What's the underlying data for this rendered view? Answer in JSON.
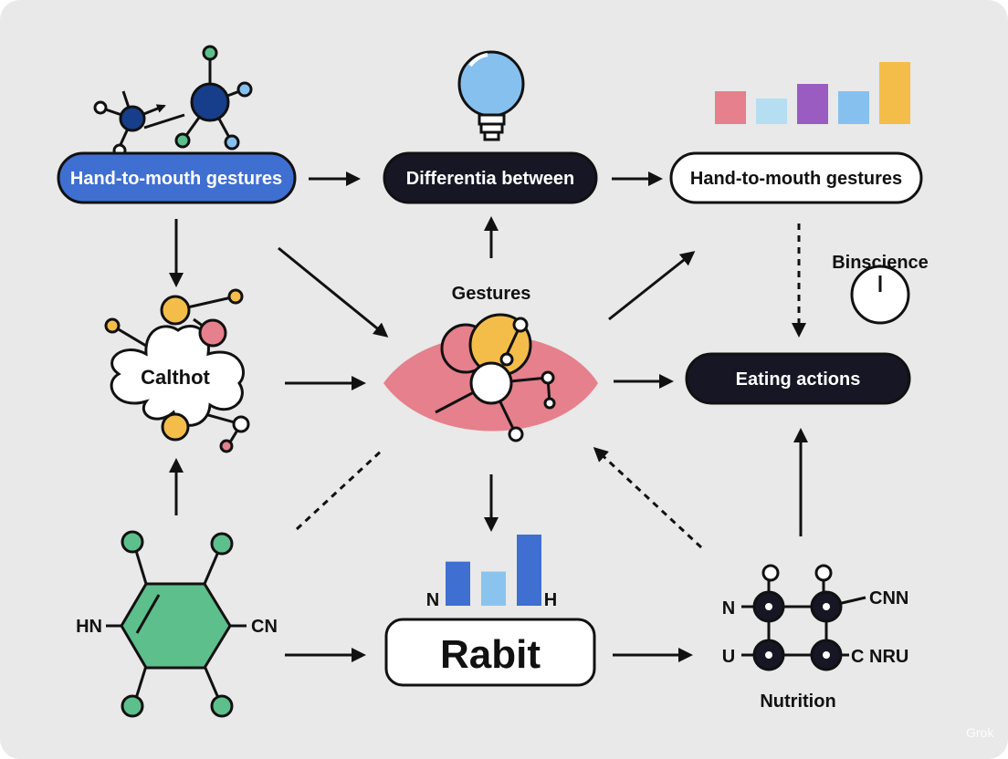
{
  "nodes": {
    "top_left_pill": "Hand-to-mouth gestures",
    "top_center_pill": "Differentia between",
    "top_right_pill": "Hand-to-mouth gestures",
    "left_cloud": "Calthot",
    "center_label": "Gestures",
    "right_label": "Binscience",
    "right_pill": "Eating actions",
    "bottom_center_box": "Rabit",
    "bottom_right_label": "Nutrition"
  },
  "molecule_labels": {
    "hex_left": "HN",
    "hex_right": "CN",
    "bar_left": "N",
    "bar_right": "H",
    "grid_left_top": "N",
    "grid_left_bottom": "U",
    "grid_right_top": "CNN",
    "grid_right_bottom": "NRU",
    "grid_right_bottom_prefix": "C"
  },
  "bar_charts": {
    "top_right": {
      "values": [
        0.45,
        0.35,
        0.55,
        0.45,
        0.85
      ],
      "colors": [
        "#e5808c",
        "#b6def2",
        "#9a5cc1",
        "#86c0ef",
        "#f4bd4a"
      ]
    },
    "bottom_center": {
      "values": [
        0.62,
        0.48,
        1.0
      ],
      "colors": [
        "#3f6fd1",
        "#8ac4ee",
        "#3f6fd1"
      ]
    }
  },
  "colors": {
    "background": "#e8e9e8",
    "blue_pill": "#3f6fd1",
    "dark_pill": "#161625",
    "hexagon": "#5dbf8c",
    "eye": "#e5808c",
    "node_yellow": "#f4bd4a",
    "node_pink": "#e5808c",
    "node_navy": "#173e8a"
  },
  "watermark": "Grok"
}
